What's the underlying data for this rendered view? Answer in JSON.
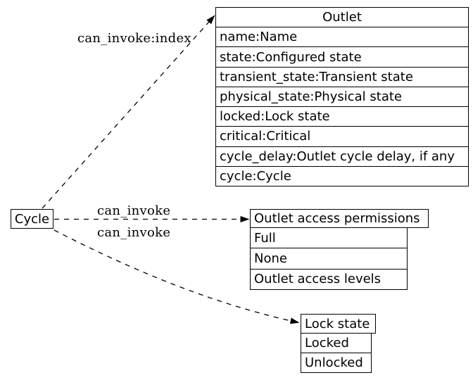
{
  "canvas": {
    "background": "#ffffff",
    "line_color": "#000000"
  },
  "nodes": {
    "cycle": {
      "label": "Cycle"
    },
    "outlet": {
      "title": "Outlet",
      "rows": [
        "name:Name",
        "state:Configured state",
        "transient_state:Transient state",
        "physical_state:Physical state",
        "locked:Lock state",
        "critical:Critical",
        "cycle_delay:Outlet cycle delay, if any",
        "cycle:Cycle"
      ]
    },
    "permissions": {
      "title": "Outlet access permissions",
      "rows": [
        "Full",
        "None",
        "Outlet access levels"
      ]
    },
    "lock": {
      "title": "Lock state",
      "rows": [
        "Locked",
        "Unlocked"
      ]
    }
  },
  "edges": [
    {
      "from": "Cycle",
      "to": "Outlet",
      "label": "can_invoke:index",
      "style": "dashed"
    },
    {
      "from": "Cycle",
      "to": "Outlet access permissions",
      "label": "can_invoke",
      "style": "dashed"
    },
    {
      "from": "Cycle",
      "to": "Lock state",
      "label": "can_invoke",
      "style": "dashed"
    }
  ]
}
